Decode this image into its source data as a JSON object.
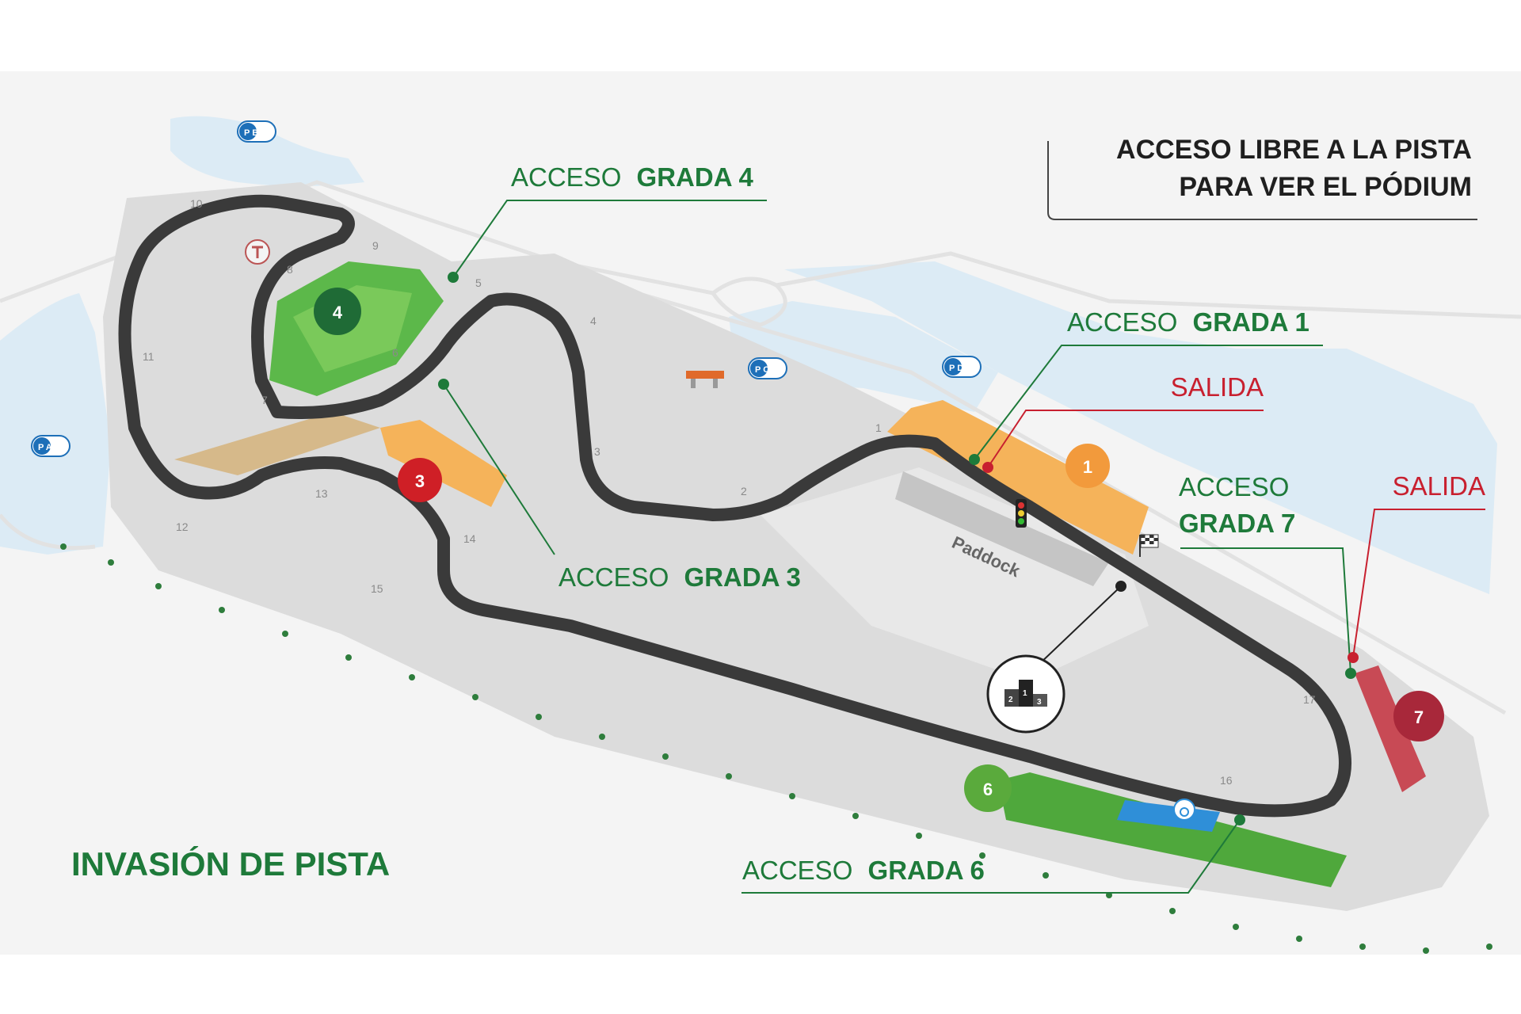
{
  "title": {
    "line1": "ACCESO LIBRE A LA PISTA",
    "line2": "PARA VER EL PÓDIUM"
  },
  "footer_title": "INVASIÓN DE PISTA",
  "access_labels": [
    {
      "prefix": "ACCESO",
      "name": "GRADA 4"
    },
    {
      "prefix": "ACCESO",
      "name": "GRADA 1"
    },
    {
      "prefix": "ACCESO",
      "name": "GRADA 3"
    },
    {
      "prefix": "ACCESO",
      "name": "GRADA 6"
    }
  ],
  "access_grada7": {
    "line1": "ACCESO",
    "line2": "GRADA 7"
  },
  "exits": [
    "SALIDA",
    "SALIDA"
  ],
  "grandstands": [
    "1",
    "3",
    "4",
    "6",
    "7"
  ],
  "parking": [
    "P A",
    "P B",
    "P C",
    "P D"
  ],
  "paddock_label": "Paddock",
  "podium_positions": [
    "2",
    "1",
    "3"
  ],
  "turns": [
    "1",
    "2",
    "3",
    "4",
    "5",
    "6",
    "7",
    "8",
    "9",
    "10",
    "11",
    "12",
    "13",
    "14",
    "15",
    "16",
    "17"
  ],
  "colors": {
    "access_green": "#1e7a3a",
    "exit_red": "#c8202f",
    "track": "#3a3a3a",
    "infield": "#dcdcdc",
    "water": "#dcebf5",
    "grada1": "#f29a3c",
    "grada3": "#cf1f26",
    "grada4": "#1f6b36",
    "grada6": "#5aaa3c",
    "grada7": "#a8283a"
  },
  "icons": [
    "traffic-light-icon",
    "checkered-flag-icon",
    "wheelchair-icon",
    "podium-icon",
    "tower-icon",
    "bridge-icon"
  ]
}
